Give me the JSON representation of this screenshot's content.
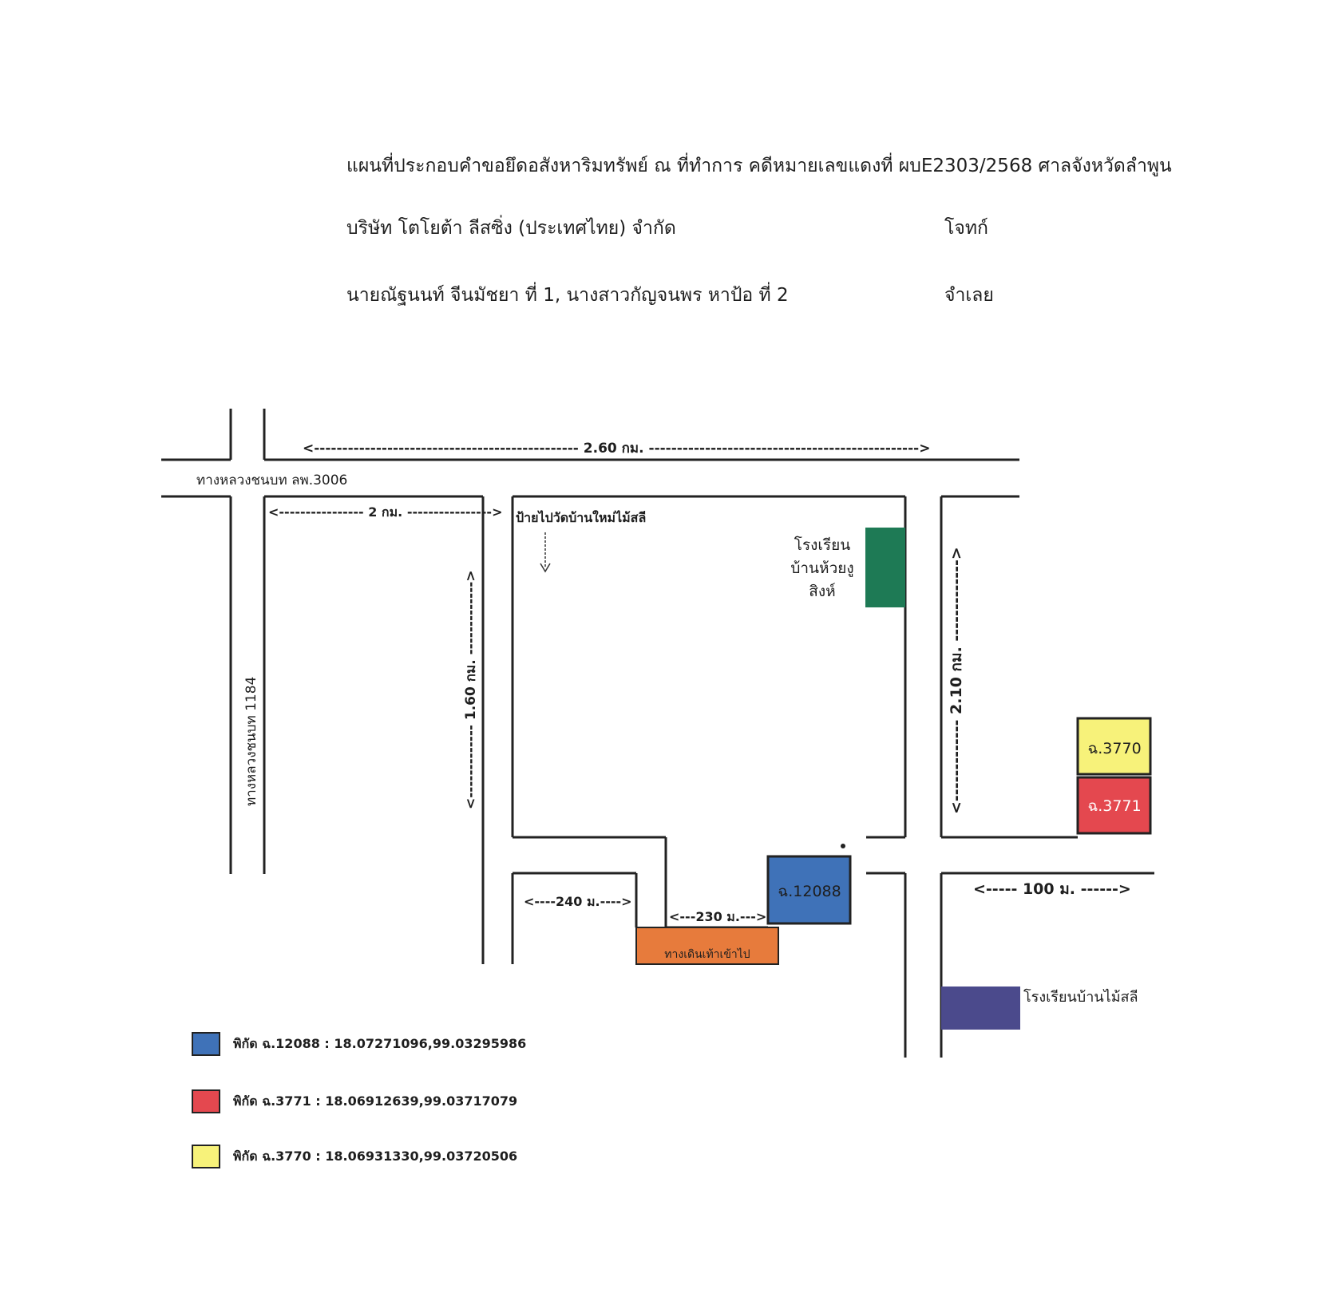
{
  "header": {
    "title": "แผนที่ประกอบคำขอยึดอสังหาริมทรัพย์ ณ ที่ทำการ คดีหมายเลขแดงที่ ผบE2303/2568 ศาลจังหวัดลำพูน",
    "plaintiff_name": "บริษัท โตโยต้า ลีสซิ่ง (ประเทศไทย) จำกัด",
    "plaintiff_role": "โจทก์",
    "defendant_name": "นายณัฐนนท์ จีนมัชยา ที่ 1, นางสาวกัญจนพร หาป้อ ที่ 2",
    "defendant_role": "จำเลย"
  },
  "map": {
    "road_3006": "ทางหลวงชนบท ลพ.3006",
    "road_1184": "ทางหลวงชนบท 1184",
    "dist_top": "<----------------------------------------------- 2.60 กม. ------------------------------------------------>",
    "dist_2km": "<---------------- 2 กม. ---------------->",
    "dist_160": "<------------- 1.60 กม. ------------->",
    "dist_210": "<------------- 2.10 กม. ------------->",
    "dist_240": "<----240 ม.---->",
    "dist_230": "<---230 ม.--->",
    "dist_100": "<----- 100 ม. ------>",
    "sign_label": "ป้ายไปวัดบ้านใหม่ไม้สลี",
    "school_1": [
      "โรงเรียน",
      "บ้านห้วยงู",
      "สิงห์"
    ],
    "school_2": "โรงเรียนบ้านไม้สลี",
    "footpath": "ทางเดินเท้าเข้าไป",
    "plot_12088": "ฉ.12088",
    "plot_3770": "ฉ.3770",
    "plot_3771": "ฉ.3771"
  },
  "legend": [
    {
      "label": "พิกัด ฉ.12088 : 18.07271096,99.03295986",
      "color": "#3f72b8"
    },
    {
      "label": "พิกัด ฉ.3771 : 18.06912639,99.03717079",
      "color": "#e4484f"
    },
    {
      "label": "พิกัด ฉ.3770 : 18.06931330,99.03720506",
      "color": "#f7f27a"
    }
  ],
  "colors": {
    "school_green": "#1e7a55",
    "school_purple": "#4b4a8c",
    "footpath_orange": "#e77b3c",
    "plot_blue": "#3f72b8",
    "plot_red": "#e4484f",
    "plot_yellow": "#f7f27a"
  }
}
